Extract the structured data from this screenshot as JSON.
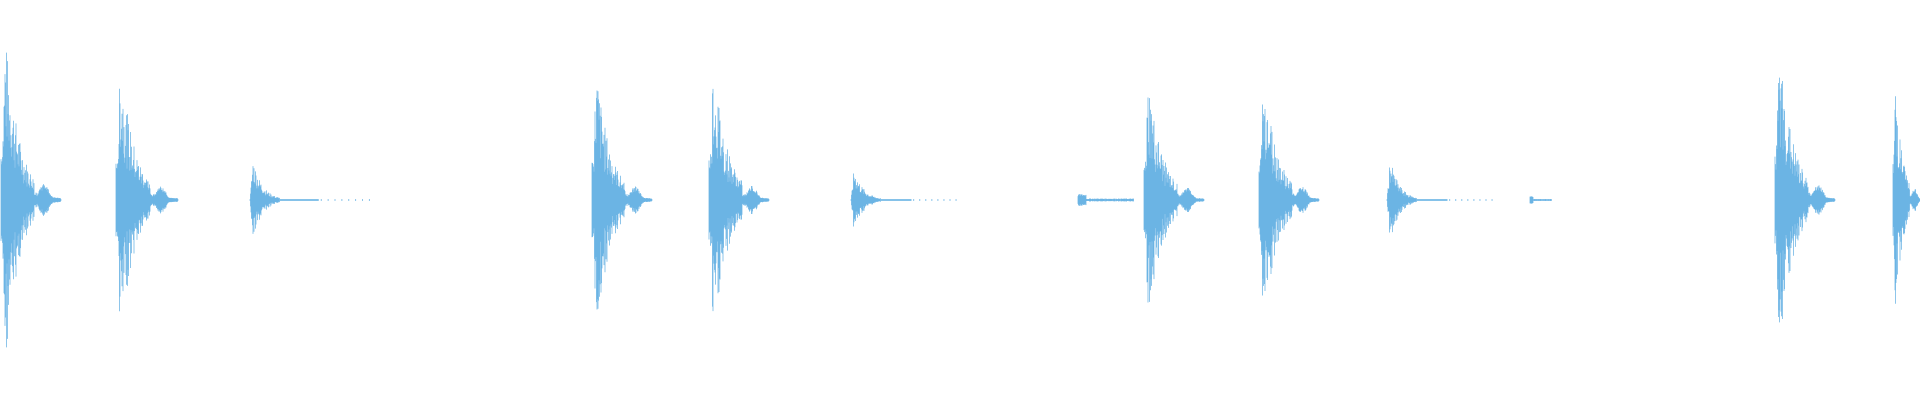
{
  "waveform": {
    "color": "#5dade2",
    "background": "#ffffff",
    "transients": [
      {
        "kind": "hit",
        "strength": 0.84,
        "spread": 0.5
      },
      {
        "kind": "hit",
        "strength": 0.7,
        "spread": 0.45
      },
      {
        "kind": "tail",
        "strength": 0.21
      },
      {
        "kind": "hit",
        "strength": 0.68,
        "spread": 0.45
      },
      {
        "kind": "hit",
        "strength": 0.72,
        "spread": 0.42
      },
      {
        "kind": "tail",
        "strength": 0.16
      },
      {
        "kind": "blip",
        "strength": 0.03
      },
      {
        "kind": "hit",
        "strength": 0.63,
        "spread": 0.42
      },
      {
        "kind": "hit",
        "strength": 0.68,
        "spread": 0.42
      },
      {
        "kind": "tail",
        "strength": 0.21
      },
      {
        "kind": "blip",
        "strength": 0.02
      },
      {
        "kind": "hit",
        "strength": 0.78,
        "spread": 0.45
      },
      {
        "kind": "hit",
        "strength": 0.66,
        "spread": 0.48
      }
    ]
  }
}
